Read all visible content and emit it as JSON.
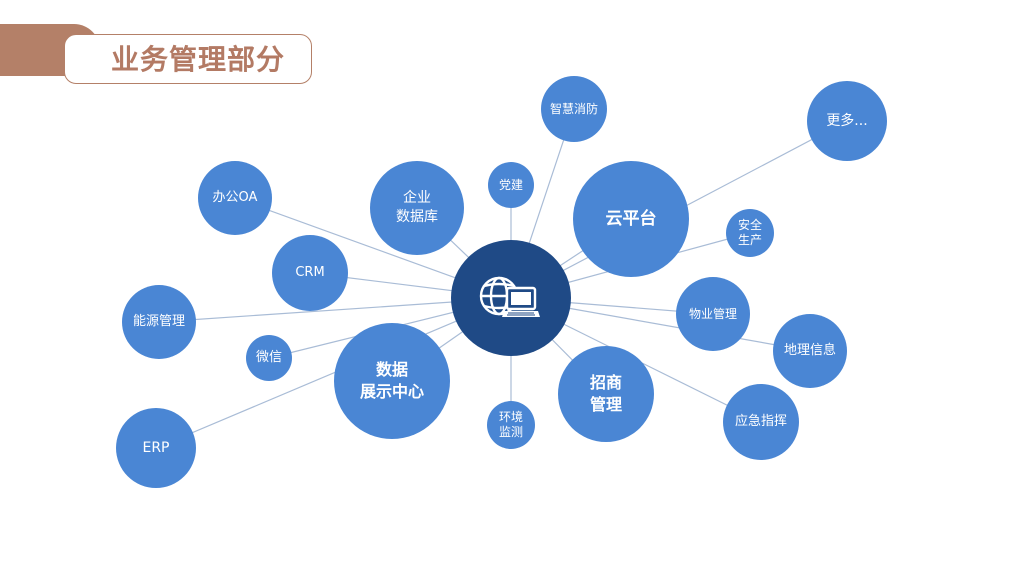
{
  "header": {
    "title": "业务管理部分"
  },
  "colors": {
    "accent": "#b48068",
    "node": "#4a86d4",
    "hub": "#1f4a86",
    "line": "#a9bcd6"
  },
  "hub": {
    "icon": "globe-computer-icon"
  },
  "nodes": [
    {
      "id": "yun",
      "label": "云平台"
    },
    {
      "id": "shuju",
      "label": "数据\n展示中心"
    },
    {
      "id": "zhaoshang",
      "label": "招商\n管理"
    },
    {
      "id": "qiye",
      "label": "企业\n数据库"
    },
    {
      "id": "oa",
      "label": "办公OA"
    },
    {
      "id": "crm",
      "label": "CRM"
    },
    {
      "id": "nengyuan",
      "label": "能源管理"
    },
    {
      "id": "weixin",
      "label": "微信"
    },
    {
      "id": "erp",
      "label": "ERP"
    },
    {
      "id": "zhihui",
      "label": "智慧消防"
    },
    {
      "id": "dangjian",
      "label": "党建"
    },
    {
      "id": "more",
      "label": "更多..."
    },
    {
      "id": "anquan",
      "label": "安全\n生产"
    },
    {
      "id": "wuye",
      "label": "物业管理"
    },
    {
      "id": "dili",
      "label": "地理信息"
    },
    {
      "id": "yingji",
      "label": "应急指挥"
    },
    {
      "id": "huanjing",
      "label": "环境\n监测"
    }
  ]
}
